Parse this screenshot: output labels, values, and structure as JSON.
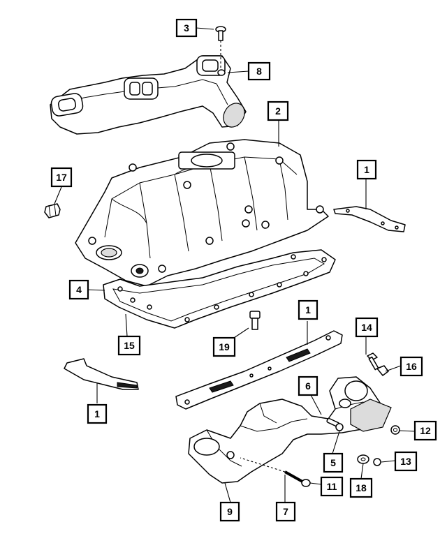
{
  "callouts": [
    {
      "id": "c3",
      "label": "3"
    },
    {
      "id": "c8",
      "label": "8"
    },
    {
      "id": "c2",
      "label": "2"
    },
    {
      "id": "c17",
      "label": "17"
    },
    {
      "id": "c1a",
      "label": "1"
    },
    {
      "id": "c4",
      "label": "4"
    },
    {
      "id": "c1b",
      "label": "1"
    },
    {
      "id": "c15",
      "label": "15"
    },
    {
      "id": "c19",
      "label": "19"
    },
    {
      "id": "c14",
      "label": "14"
    },
    {
      "id": "c16",
      "label": "16"
    },
    {
      "id": "c6",
      "label": "6"
    },
    {
      "id": "c1c",
      "label": "1"
    },
    {
      "id": "c12",
      "label": "12"
    },
    {
      "id": "c5",
      "label": "5"
    },
    {
      "id": "c13",
      "label": "13"
    },
    {
      "id": "c11",
      "label": "11"
    },
    {
      "id": "c18",
      "label": "18"
    },
    {
      "id": "c9",
      "label": "9"
    },
    {
      "id": "c7",
      "label": "7"
    }
  ]
}
